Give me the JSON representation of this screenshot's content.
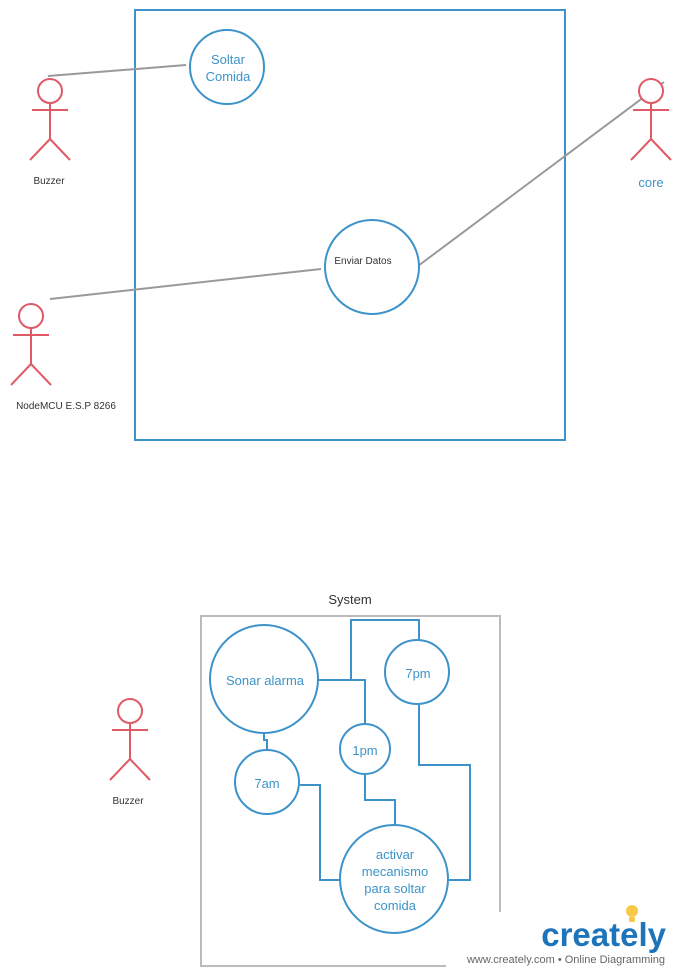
{
  "colors": {
    "boundary": "#3d93c9",
    "usecase": "#3d93c9",
    "actor": "#e05a66",
    "line": "#999999",
    "system_box": "#bbbbbb",
    "text_dark": "#333333",
    "text_blue": "#3d93c9",
    "brand_blue": "#1e74bb",
    "brand_orange": "#f39a1e"
  },
  "diagram1": {
    "actors": {
      "buzzer": "Buzzer",
      "core": "core",
      "nodemcu": "NodeMCU E.S.P 8266"
    },
    "usecases": {
      "soltar_line1": "Soltar",
      "soltar_line2": "Comida",
      "enviar": "Enviar Datos"
    }
  },
  "diagram2": {
    "system_label": "System",
    "actor": "Buzzer",
    "nodes": {
      "sonar": "Sonar alarma",
      "pm7": "7pm",
      "pm1": "1pm",
      "am7": "7am",
      "activar_line1": "activar",
      "activar_line2": "mecanismo",
      "activar_line3": "para soltar",
      "activar_line4": "comida"
    }
  },
  "watermark": {
    "brand": "creately",
    "footer": "www.creately.com • Online Diagramming"
  }
}
